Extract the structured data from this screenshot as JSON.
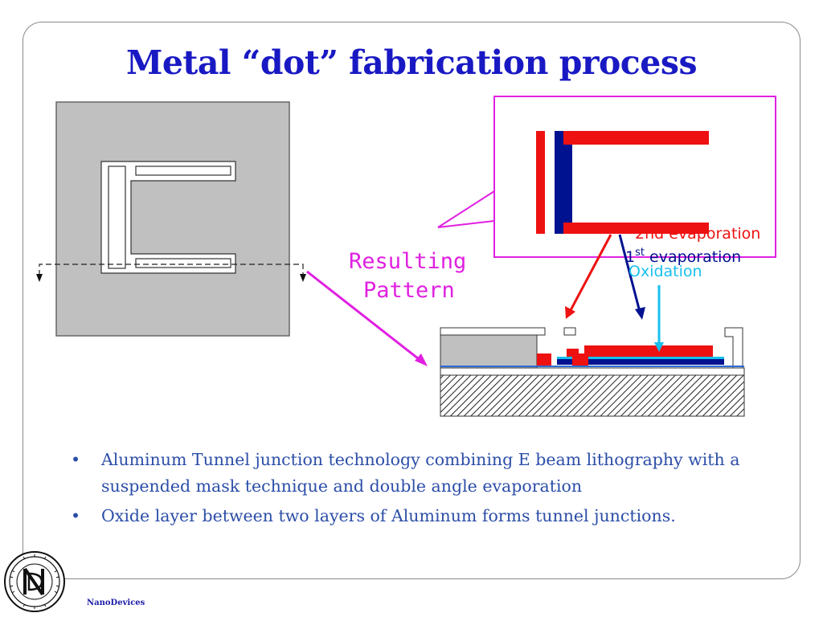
{
  "slide": {
    "title": "Metal “dot” fabrication process",
    "footer_label": "NanoDevices"
  },
  "diagram": {
    "resulting_label_line1": "Resulting",
    "resulting_label_line2": "Pattern",
    "second_evaporation_label": "2nd evaporation",
    "first_evaporation_prefix": "1",
    "first_evaporation_sup": "st",
    "first_evaporation_suffix": " evaporation",
    "oxidation_label": "Oxidation",
    "colors": {
      "title": "#1919c4",
      "second_evaporation": "#ee1111",
      "first_evaporation": "#001290",
      "oxidation": "#18c0ee",
      "callout": "#e020e0",
      "substrate_gray": "#c0c0c0"
    }
  },
  "bullets": [
    {
      "marker": "•",
      "text": "Aluminum Tunnel junction technology combining E beam lithography with a suspended mask technique and double angle evaporation"
    },
    {
      "marker": "•",
      "text": " Oxide layer between two layers of Aluminum forms tunnel junctions."
    }
  ],
  "icons": [
    "notre-dame-seal-icon",
    "section-arrow-icon"
  ]
}
